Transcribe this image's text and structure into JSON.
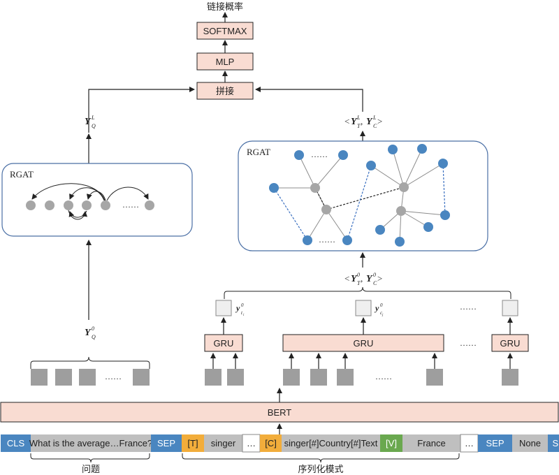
{
  "top": {
    "output_label": "链接概率",
    "softmax_label": "SOFTMAX",
    "mlp_label": "MLP",
    "concat_label": "拼接"
  },
  "left_branch": {
    "yq_top": {
      "base": "Y",
      "sup": "L",
      "sub": "Q"
    },
    "yq_bottom": {
      "base": "Y",
      "sup": "0",
      "sub": "Q"
    },
    "rgat_label": "RGAT",
    "ellipsis": "……"
  },
  "right_branch": {
    "rgat_label": "RGAT",
    "yt_yc_top": {
      "open": "<",
      "base1": "Y",
      "sup1": "L",
      "sub1": "T",
      "sep": ", ",
      "base2": "Y",
      "sup2": "L",
      "sub2": "C",
      "close": ">"
    },
    "yt_yc_bottom": {
      "open": "<",
      "base1": "Y",
      "sup1": "0",
      "sub1": "T",
      "sep": ", ",
      "base2": "Y",
      "sup2": "0",
      "sub2": "C",
      "close": ">"
    },
    "graph_ellipsis_top": "……",
    "graph_ellipsis_bottom": "……",
    "gru_labels": [
      "GRU",
      "GRU",
      "GRU"
    ],
    "y_t": {
      "base": "y",
      "sup": "0",
      "sub": "t",
      "subsub": "i"
    },
    "y_c": {
      "base": "y",
      "sup": "0",
      "sub": "c",
      "subsub": "j"
    },
    "ellipsis_outputs": "……",
    "ellipsis_gru": "……",
    "ellipsis_tokens": "……"
  },
  "bert_label": "BERT",
  "tokens": [
    {
      "text": "CLS",
      "color": "#4a86c0"
    },
    {
      "text": "What is the average…France?",
      "color": "#bfbfbf"
    },
    {
      "text": "SEP",
      "color": "#4a86c0"
    },
    {
      "text": "[T]",
      "color": "#f2ad3b"
    },
    {
      "text": "singer",
      "color": "#bfbfbf"
    },
    {
      "text": "…",
      "color": "#ffffff"
    },
    {
      "text": "[C]",
      "color": "#f2ad3b"
    },
    {
      "text": "singer[#]Country[#]Text",
      "color": "#bfbfbf"
    },
    {
      "text": "[V]",
      "color": "#6aa84f"
    },
    {
      "text": "France",
      "color": "#bfbfbf"
    },
    {
      "text": "…",
      "color": "#ffffff"
    },
    {
      "text": "SEP",
      "color": "#4a86c0"
    },
    {
      "text": "None",
      "color": "#bfbfbf"
    },
    {
      "text": "SEP",
      "color": "#4a86c0"
    }
  ],
  "bottom_labels": {
    "question": "问题",
    "schema": "序列化模式"
  },
  "colors": {
    "pink_box": "#f9dcd2",
    "blue_node": "#4a86c0",
    "gray_node": "#a6a6a6",
    "gray_square": "#9e9e9e",
    "box_border": "#4a6fa5",
    "dashed_blue": "#3a6fc0"
  }
}
